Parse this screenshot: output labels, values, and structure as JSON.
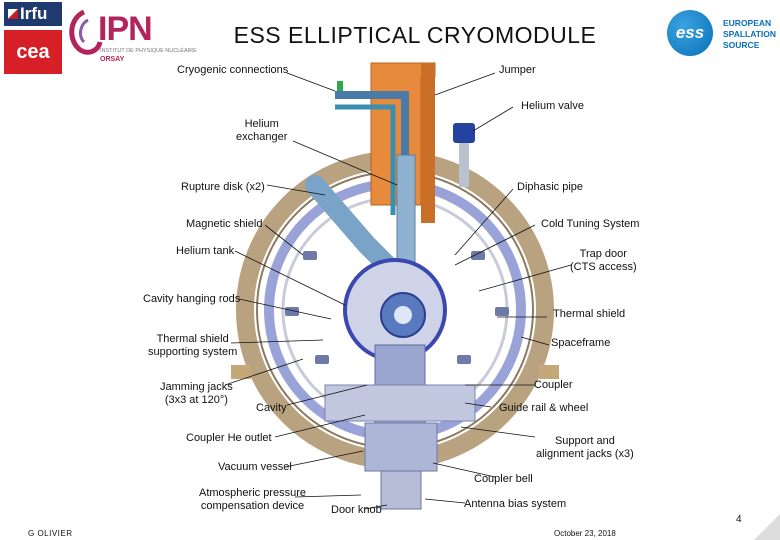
{
  "header": {
    "title": "ESS ELLIPTICAL CRYOMODULE",
    "logos": {
      "irfu": "Irfu",
      "cea": "cea",
      "ipn": "IPN",
      "ipn_sub": "INSTITUT DE PHYSIQUE NUCLÉAIRE",
      "ipn_orsay": "ORSAY",
      "ess_mark": "ess",
      "ess_line1": "EUROPEAN",
      "ess_line2": "SPALLATION",
      "ess_line3": "SOURCE"
    }
  },
  "diagram": {
    "labels_left": {
      "cryogenic_connections": "Cryogenic connections",
      "helium_exchanger": "Helium\nexchanger",
      "rupture_disk": "Rupture disk (x2)",
      "magnetic_shield": "Magnetic shield",
      "helium_tank": "Helium tank",
      "cavity_hanging_rods": "Cavity hanging rods",
      "thermal_shield_support": "Thermal shield\nsupporting system",
      "jamming_jacks": "Jamming jacks\n(3x3 at 120°)",
      "cavity": "Cavity",
      "coupler_he_outlet": "Coupler He outlet",
      "vacuum_vessel": "Vacuum vessel",
      "atmospheric_pressure": "Atmospheric pressure\ncompensation device",
      "door_knob": "Door knob"
    },
    "labels_right": {
      "jumper": "Jumper",
      "helium_valve": "Helium valve",
      "diphasic_pipe": "Diphasic pipe",
      "cold_tuning_system": "Cold Tuning System",
      "trap_door": "Trap door\n(CTS access)",
      "thermal_shield": "Thermal shield",
      "spaceframe": "Spaceframe",
      "coupler": "Coupler",
      "guide_rail": "Guide rail & wheel",
      "support_jacks": "Support and\nalignment jacks (x3)",
      "coupler_bell": "Coupler bell",
      "antenna_bias": "Antenna bias system"
    }
  },
  "footer": {
    "author": "G OLIVIER",
    "date": "October 23, 2018",
    "page": "4"
  }
}
